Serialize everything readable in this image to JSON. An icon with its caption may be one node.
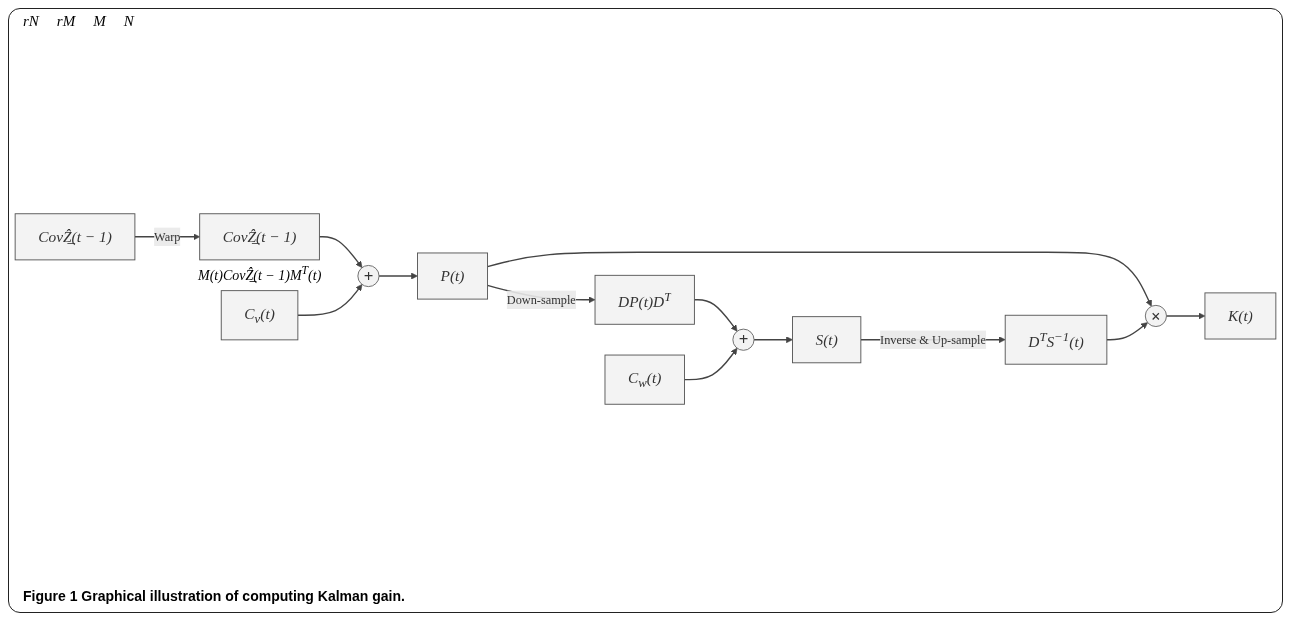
{
  "diagram": {
    "caption": "Figure 1 Graphical illustration of computing Kalman gain.",
    "nodes": [
      {
        "text": [
          "CovẐ̲(t − 1)"
        ]
      },
      {
        "text": [
          "CovẐ̲(t − 1)"
        ],
        "beside": [
          "M(t)CovẐ̲(t − 1)M$^{T}$(t)"
        ]
      },
      {
        "text": [
          "+"
        ]
      },
      {
        "text": [
          "C$_{v}$(t)"
        ]
      },
      {
        "text": [
          "P(t)"
        ]
      },
      {
        "text": [
          "DP(t)D$^{T}$"
        ]
      },
      {
        "text": [
          "+"
        ]
      },
      {
        "text": [
          "C$_{w}$(t)"
        ]
      },
      {
        "text": [
          "S(t)"
        ]
      },
      {
        "text": [
          "D$^{T}$S$^{−1}$(t)"
        ]
      },
      {
        "text": [
          "×"
        ]
      },
      {
        "text": [
          "K(t)"
        ]
      }
    ],
    "edges": [
      {
        "from": 0,
        "to": 1,
        "arrow": "to",
        "label": "Warp"
      },
      {
        "from": 1,
        "to": 2,
        "arrow": "to"
      },
      {
        "from": 3,
        "to": 2,
        "arrow": "to"
      },
      {
        "from": 2,
        "to": 4,
        "arrow": "to"
      },
      {
        "from": 4,
        "to": 5,
        "arrow": "to",
        "label": "Down-sample"
      },
      {
        "from": 5,
        "to": 6,
        "arrow": "to"
      },
      {
        "from": 7,
        "to": 6,
        "arrow": "to"
      },
      {
        "from": 6,
        "to": 8,
        "arrow": "to"
      },
      {
        "from": 8,
        "to": 9,
        "arrow": "to",
        "label": "Inverse & Up-sample"
      },
      {
        "from": 4,
        "to": 10,
        "arrow": "to"
      },
      {
        "from": 9,
        "to": 10,
        "arrow": "to"
      },
      {
        "from": 10,
        "to": 11,
        "arrow": "to"
      }
    ],
    "labels": [
      "rN",
      "rM",
      "M",
      "N"
    ]
  }
}
